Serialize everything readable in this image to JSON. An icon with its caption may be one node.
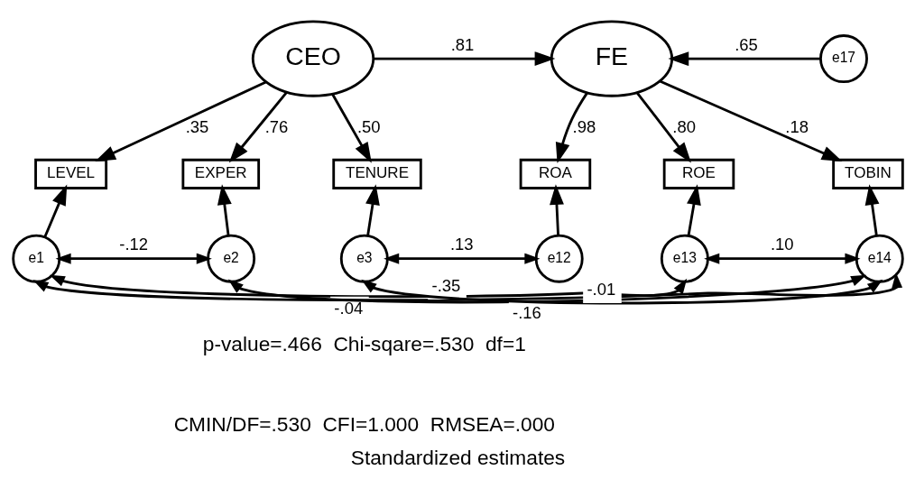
{
  "diagram": {
    "caption": "Standardized estimates",
    "nodes": [
      {
        "text": [
          "CEO"
        ]
      },
      {
        "text": [
          "FE"
        ]
      },
      {
        "text": [
          "e17"
        ]
      },
      {
        "text": [
          "LEVEL"
        ]
      },
      {
        "text": [
          "EXPER"
        ]
      },
      {
        "text": [
          "TENURE"
        ]
      },
      {
        "text": [
          "ROA"
        ]
      },
      {
        "text": [
          "ROE"
        ]
      },
      {
        "text": [
          "TOBIN"
        ]
      },
      {
        "text": [
          "e1"
        ]
      },
      {
        "text": [
          "e2"
        ]
      },
      {
        "text": [
          "e3"
        ]
      },
      {
        "text": [
          "e12"
        ]
      },
      {
        "text": [
          "e13"
        ]
      },
      {
        "text": [
          "e14"
        ]
      }
    ],
    "edges": [
      {
        "from": 0,
        "to": 1,
        "arrow": "to",
        "label": ".81"
      },
      {
        "from": 2,
        "to": 1,
        "arrow": "to",
        "label": ".65"
      },
      {
        "from": 0,
        "to": 3,
        "arrow": "to",
        "label": ".35"
      },
      {
        "from": 0,
        "to": 4,
        "arrow": "to",
        "label": ".76"
      },
      {
        "from": 0,
        "to": 5,
        "arrow": "to",
        "label": ".50"
      },
      {
        "from": 1,
        "to": 6,
        "arrow": "to",
        "label": ".98"
      },
      {
        "from": 1,
        "to": 7,
        "arrow": "to",
        "label": ".80"
      },
      {
        "from": 1,
        "to": 8,
        "arrow": "to",
        "label": ".18"
      },
      {
        "from": 9,
        "to": 3,
        "arrow": "to"
      },
      {
        "from": 10,
        "to": 4,
        "arrow": "to"
      },
      {
        "from": 11,
        "to": 5,
        "arrow": "to"
      },
      {
        "from": 12,
        "to": 6,
        "arrow": "to"
      },
      {
        "from": 13,
        "to": 7,
        "arrow": "to"
      },
      {
        "from": 14,
        "to": 8,
        "arrow": "to"
      },
      {
        "from": 9,
        "to": 10,
        "arrow": "both",
        "label": "-.12"
      },
      {
        "from": 10,
        "to": 14,
        "arrow": "both",
        "label": "-.16"
      },
      {
        "from": 11,
        "to": 12,
        "arrow": "both",
        "label": ".13"
      },
      {
        "from": 13,
        "to": 14,
        "arrow": "both",
        "label": ".10"
      },
      {
        "from": 11,
        "to": 14,
        "arrow": "both",
        "label": "-.01"
      },
      {
        "from": 9,
        "to": 13,
        "arrow": "both",
        "label": "-.04"
      },
      {
        "from": 9,
        "to": 14,
        "arrow": "both",
        "label": "-.35"
      }
    ],
    "labels": [
      "p-value=.466  Chi-sqare=.530  df=1",
      "CMIN/DF=.530  CFI=1.000  RMSEA=.000"
    ]
  }
}
